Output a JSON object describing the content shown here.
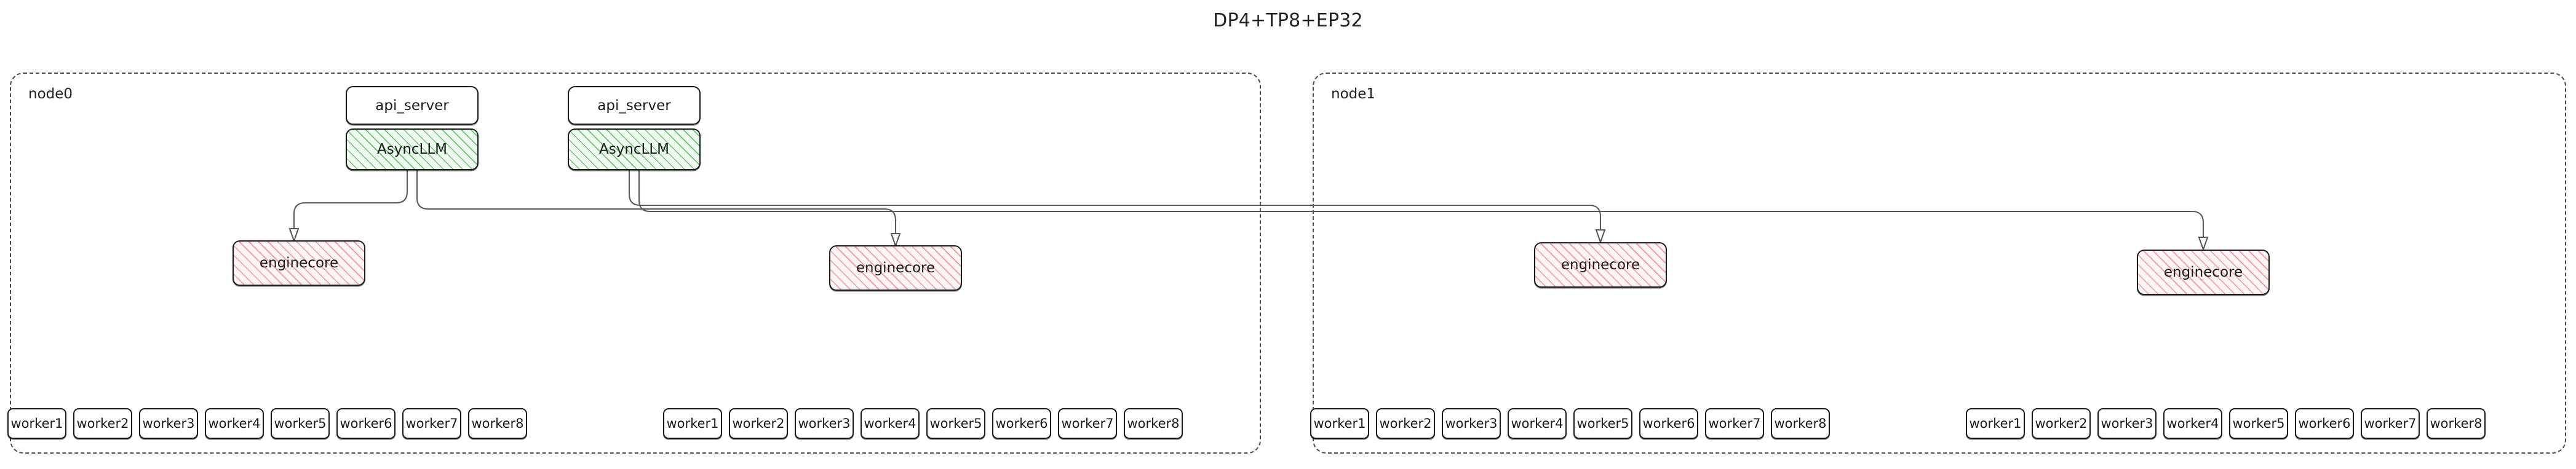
{
  "title": "DP4+TP8+EP32",
  "colors": {
    "node_border": "#4b4b4b",
    "box_border": "#1b1b1b",
    "asyncllm_fill": "#eef9ef",
    "asyncllm_hatch": "#5cb85c",
    "enginecore_fill": "#fdf5f5",
    "enginecore_hatch": "#f08080",
    "edge": "#555a5e",
    "background": "#ffffff",
    "text": "#1b1b1b"
  },
  "nodes": [
    {
      "id": "node0",
      "label": "node0",
      "frontends": [
        {
          "api_server": "api_server",
          "asyncllm": "AsyncLLM"
        },
        {
          "api_server": "api_server",
          "asyncllm": "AsyncLLM"
        }
      ],
      "enginecores": [
        {
          "label": "enginecore"
        },
        {
          "label": "enginecore"
        }
      ],
      "worker_groups": [
        {
          "workers": [
            "worker1",
            "worker2",
            "worker3",
            "worker4",
            "worker5",
            "worker6",
            "worker7",
            "worker8"
          ]
        },
        {
          "workers": [
            "worker1",
            "worker2",
            "worker3",
            "worker4",
            "worker5",
            "worker6",
            "worker7",
            "worker8"
          ]
        }
      ]
    },
    {
      "id": "node1",
      "label": "node1",
      "frontends": [],
      "enginecores": [
        {
          "label": "enginecore"
        },
        {
          "label": "enginecore"
        }
      ],
      "worker_groups": [
        {
          "workers": [
            "worker1",
            "worker2",
            "worker3",
            "worker4",
            "worker5",
            "worker6",
            "worker7",
            "worker8"
          ]
        },
        {
          "workers": [
            "worker1",
            "worker2",
            "worker3",
            "worker4",
            "worker5",
            "worker6",
            "worker7",
            "worker8"
          ]
        }
      ]
    }
  ]
}
